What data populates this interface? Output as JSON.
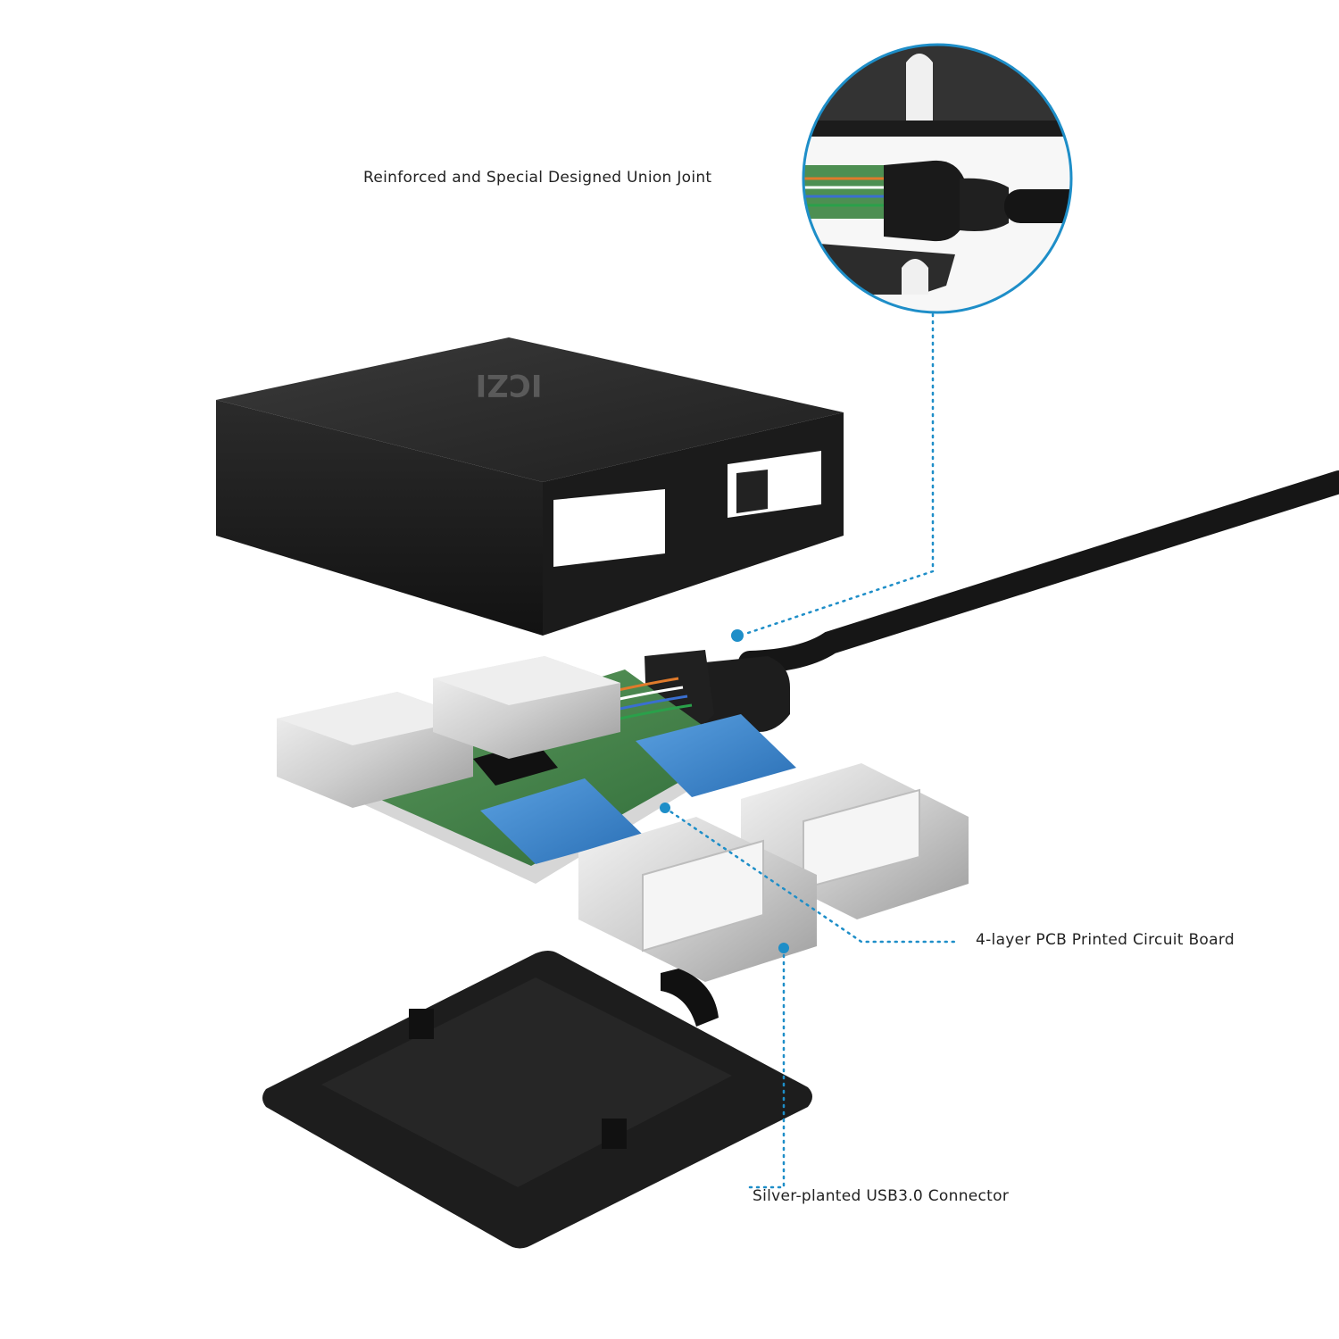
{
  "brand": {
    "logo_text": "ICZI"
  },
  "colors": {
    "accent": "#1e8ec8",
    "housing": "#2a2a2a",
    "pcb": "#4a8a4f",
    "usb_tongue": "#3f86d0",
    "metal": "#d9d9d9"
  },
  "callouts": {
    "union_joint": "Reinforced and Special Designed Union Joint",
    "pcb": "4-layer PCB Printed Circuit Board",
    "connector": "Silver-planted USB3.0 Connector"
  }
}
